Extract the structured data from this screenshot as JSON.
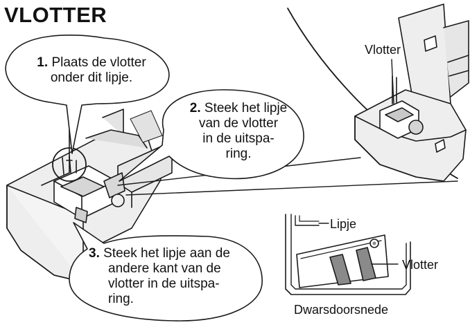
{
  "title": "VLOTTER",
  "steps": [
    {
      "number": "1.",
      "lines": [
        "Plaats de vlotter",
        "onder dit lipje."
      ]
    },
    {
      "number": "2.",
      "lines": [
        "Steek het lipje",
        "van de vlotter",
        "in de uitspa-",
        "ring."
      ]
    },
    {
      "number": "3.",
      "lines": [
        "Steek het lipje aan de",
        "andere kant van de",
        "vlotter in de uitspa-",
        "ring."
      ]
    }
  ],
  "labels": {
    "vlotter_top": "Vlotter",
    "lipje": "Lipje",
    "vlotter_section": "Vlotter",
    "cross_section": "Dwarsdoorsnede"
  },
  "colors": {
    "stroke": "#1a1a1a",
    "tray_fill": "#eeeeee",
    "tray_shade": "#d4d4d4",
    "float_fill": "#8a8a8a"
  }
}
